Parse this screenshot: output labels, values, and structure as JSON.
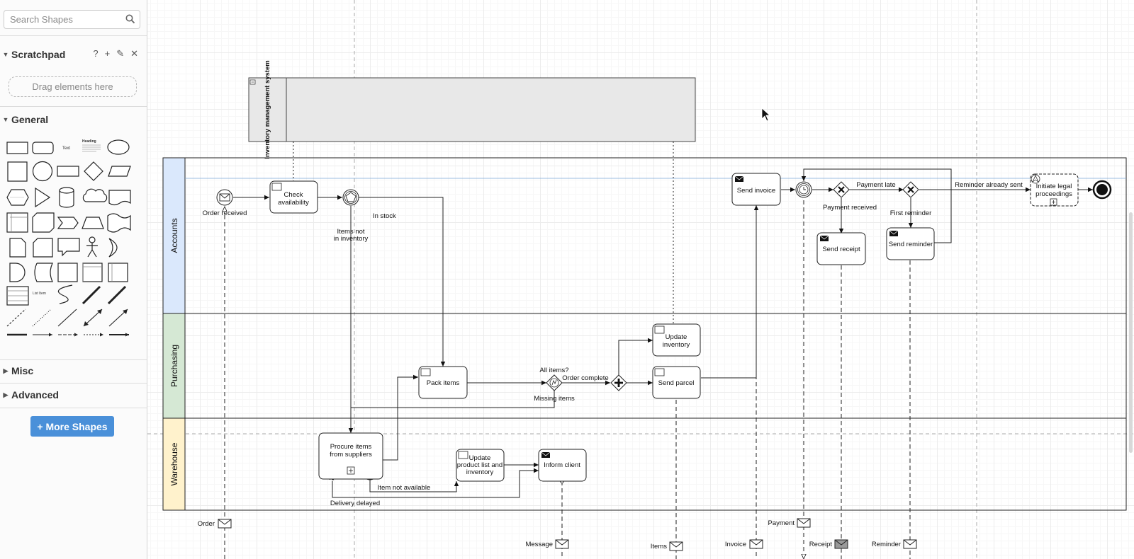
{
  "sidebar": {
    "search_placeholder": "Search Shapes",
    "scratchpad_title": "Scratchpad",
    "scratchpad_tools": [
      "?",
      "+",
      "✎",
      "✕"
    ],
    "scratchpad_drop": "Drag elements here",
    "general_title": "General",
    "misc_title": "Misc",
    "advanced_title": "Advanced",
    "more_shapes": "+ More Shapes",
    "palette_text": "Text",
    "palette_heading": "Heading",
    "palette_list_item": "List Item"
  },
  "diagram": {
    "pool_inventory": "Inventory management system",
    "lanes": [
      "Accounts",
      "Purchasing",
      "Warehouse"
    ],
    "tasks": {
      "check_availability": [
        "Check",
        "availability"
      ],
      "send_invoice": "Send invoice",
      "send_receipt": "Send receipt",
      "send_reminder": "Send reminder",
      "initiate_legal": [
        "Initiate legal",
        "proceedings"
      ],
      "pack_items": "Pack items",
      "update_inventory": [
        "Update",
        "inventory"
      ],
      "send_parcel": "Send parcel",
      "procure_items": [
        "Procure items",
        "from suppliers"
      ],
      "update_product_list": [
        "Update",
        "product list and",
        "inventory"
      ],
      "inform_client": "Inform client"
    },
    "labels": {
      "order_received": "Order received",
      "in_stock": "In stock",
      "items_not_in_inventory": [
        "Items not",
        "in inventory"
      ],
      "payment_late": "Payment late",
      "payment_received": "Payment received",
      "first_reminder": "First reminder",
      "reminder_already_sent": "Reminder already sent",
      "all_items": "All items?",
      "order_complete": "Order complete",
      "missing_items": "Missing items",
      "item_not_available": "Item not available",
      "delivery_delayed": "Delivery delayed"
    },
    "messages": {
      "order": "Order",
      "payment": "Payment",
      "message": "Message",
      "items": "Items",
      "invoice": "Invoice",
      "receipt": "Receipt",
      "reminder": "Reminder"
    },
    "colors": {
      "accounts_lane": "#dae8fc",
      "purchasing_lane": "#d5e8d4",
      "warehouse_lane": "#fff2cc",
      "pool_fill": "#e8e8e8"
    }
  }
}
